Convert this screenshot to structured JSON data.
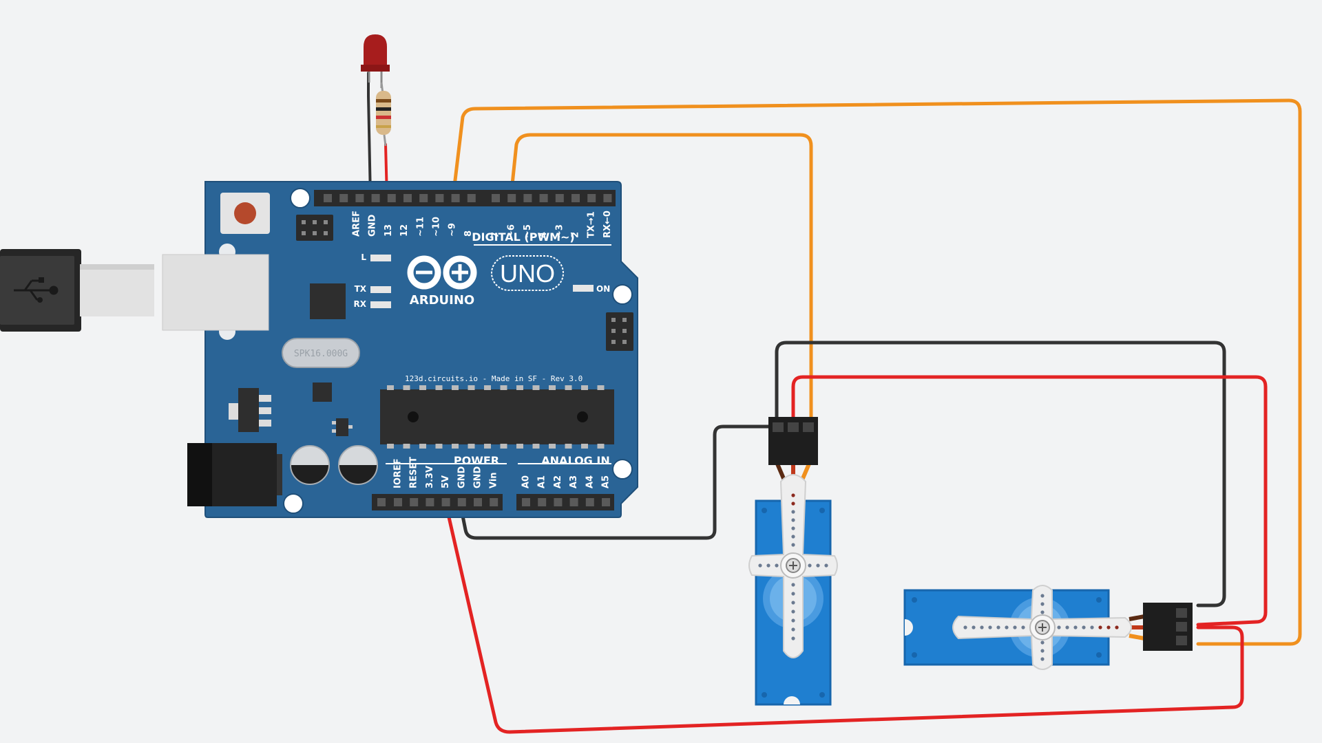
{
  "board": {
    "brand": "ARDUINO",
    "model": "UNO",
    "digital_header": "DIGITAL (PWM~)",
    "power_header": "POWER",
    "analog_header": "ANALOG IN",
    "on_label": "ON",
    "l_label": "L",
    "tx_label": "TX",
    "rx_label": "RX",
    "crystal": "SPK16.000G",
    "footer_text": "123d.circuits.io - Made in SF - Rev 3.0",
    "digital_pins": [
      "AREF",
      "GND",
      "13",
      "12",
      "~11",
      "~10",
      "~9",
      "8",
      "7",
      "~6",
      "~5",
      "4",
      "~3",
      "2",
      "TX→1",
      "RX←0"
    ],
    "power_pins": [
      "IOREF",
      "RESET",
      "3.3V",
      "5V",
      "GND",
      "GND",
      "Vin"
    ],
    "analog_pins": [
      "A0",
      "A1",
      "A2",
      "A3",
      "A4",
      "A5"
    ]
  },
  "colors": {
    "board": "#2a6496",
    "board_dark": "#1f4f79",
    "header": "#2b2b2b",
    "wire_orange": "#f0901e",
    "wire_red": "#e32323",
    "wire_black": "#333333",
    "servo_blue": "#1f7fd0",
    "background": "#f2f3f4"
  },
  "icons": {
    "usb": "usb-symbol-icon",
    "led": "led",
    "resistor": "resistor"
  }
}
